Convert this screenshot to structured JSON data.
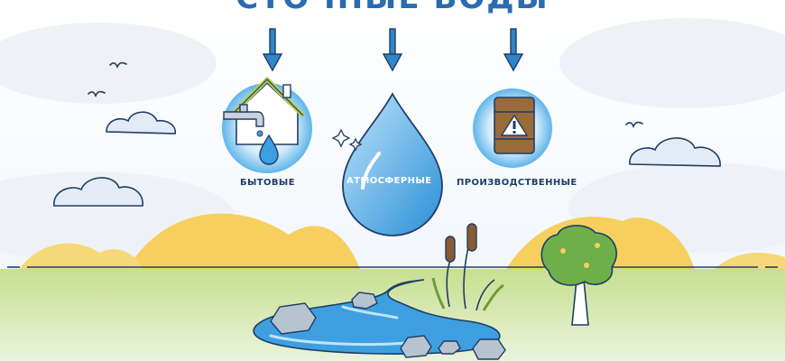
{
  "title": "СТОЧНЫЕ ВОДЫ",
  "categories": {
    "household": "БЫТОВЫЕ",
    "atmospheric": "АТМОСФЕРНЫЕ",
    "industrial": "ПРОИЗВОДСТВЕННЫЕ"
  },
  "colors": {
    "title": "#2b6bb0",
    "arrow": "#2f86c8",
    "water": "#3d9fe0",
    "grass": "#b9d77d",
    "hills": "#f6cf5f",
    "label": "#1f3d66"
  },
  "icons": [
    "arrow-down-icon",
    "house-tap-icon",
    "water-drop-icon",
    "barrel-warning-icon",
    "sparkle-icon",
    "bird-icon",
    "cloud-icon",
    "tree-icon",
    "cattail-icon",
    "stone-icon",
    "pond-icon"
  ]
}
